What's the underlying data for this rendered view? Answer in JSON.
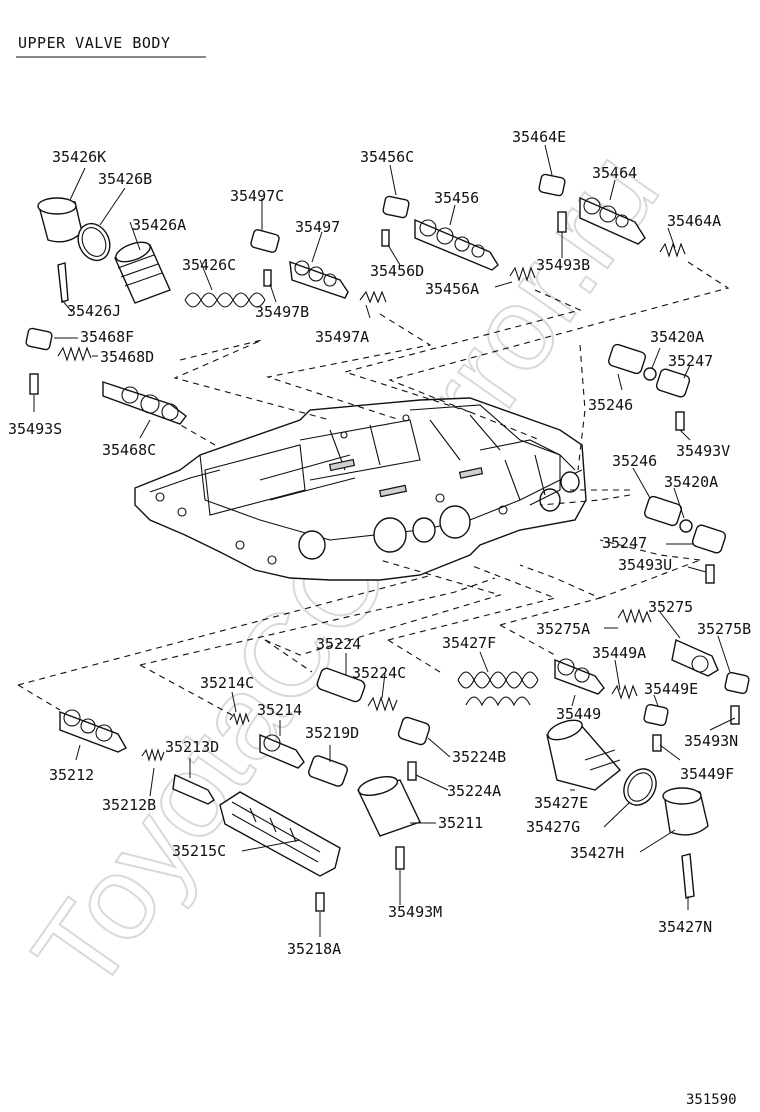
{
  "title": "UPPER VALVE BODY",
  "diagram_code": "351590",
  "watermark": "ToyotaCC.Mirror.ru",
  "labels": {
    "p35426K": "35426K",
    "p35426B": "35426B",
    "p35426A": "35426A",
    "p35426J": "35426J",
    "p35426C": "35426C",
    "p35497C": "35497C",
    "p35497": "35497",
    "p35497B": "35497B",
    "p35497A": "35497A",
    "p35456C": "35456C",
    "p35456": "35456",
    "p35456D": "35456D",
    "p35456A": "35456A",
    "p35464E": "35464E",
    "p35464": "35464",
    "p35464A": "35464A",
    "p35493B": "35493B",
    "p35468F": "35468F",
    "p35468D": "35468D",
    "p35493S": "35493S",
    "p35468C": "35468C",
    "p35420A_1": "35420A",
    "p35247_1": "35247",
    "p35246_1": "35246",
    "p35493V": "35493V",
    "p35246_2": "35246",
    "p35420A_2": "35420A",
    "p35247_2": "35247",
    "p35493U": "35493U",
    "p35275": "35275",
    "p35275A": "35275A",
    "p35275B": "35275B",
    "p35449A": "35449A",
    "p35449E": "35449E",
    "p35449": "35449",
    "p35493N": "35493N",
    "p35449F": "35449F",
    "p35427F": "35427F",
    "p35427E": "35427E",
    "p35427G": "35427G",
    "p35427H": "35427H",
    "p35427N": "35427N",
    "p35224": "35224",
    "p35224C": "35224C",
    "p35224B": "35224B",
    "p35224A": "35224A",
    "p35214C": "35214C",
    "p35214": "35214",
    "p35219D": "35219D",
    "p35213D": "35213D",
    "p35212": "35212",
    "p35212B": "35212B",
    "p35211": "35211",
    "p35215C": "35215C",
    "p35493M": "35493M",
    "p35218A": "35218A"
  }
}
